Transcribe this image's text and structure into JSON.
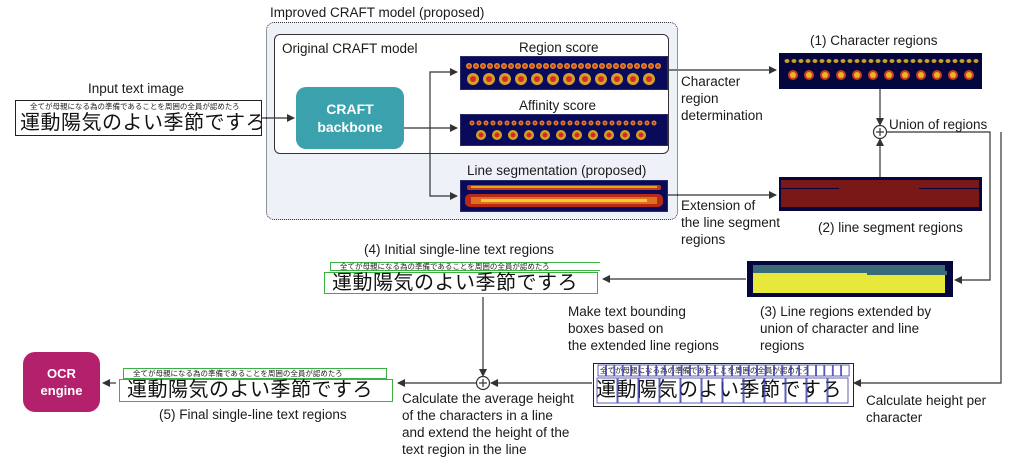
{
  "title_improved": "Improved CRAFT model (proposed)",
  "title_original": "Original CRAFT model",
  "input_label": "Input text image",
  "backbone_label": "CRAFT\nbackbone",
  "region_score_label": "Region score",
  "affinity_score_label": "Affinity score",
  "line_seg_label": "Line segmentation (proposed)",
  "char_region_det_label": "Character\nregion\ndetermination",
  "extension_label": "Extension of\nthe line segment\nregions",
  "char_regions_label": "(1) Character regions",
  "union_label": "Union of regions",
  "line_segment_regions_label": "(2) line segment regions",
  "line_regions_extended_label": "(3) Line regions extended by\nunion of character and line\nregions",
  "make_boxes_label": "Make text bounding\nboxes based on\nthe extended line regions",
  "initial_regions_label": "(4) Initial single-line text regions",
  "calc_height_label": "Calculate height per\ncharacter",
  "calc_avg_label": "Calculate the average height\nof the characters in a line\nand extend the height of the\ntext region in the line",
  "final_regions_label": "(5) Final single-line text regions",
  "ocr_label": "OCR\nengine",
  "small_jp": "全てが母親になる為の準備であることを周囲の全員が認めたろ",
  "big_jp": "運動陽気のよい季節ですろ",
  "colors": {
    "backbone": "#3aa1ad",
    "ocr": "#b3206c",
    "heatmap_bg": "#0a0a5a",
    "line_region_yellow": "#e8e83a",
    "line_region_red": "#7a1818",
    "box_green": "#3cb043",
    "arrow": "#333333"
  }
}
